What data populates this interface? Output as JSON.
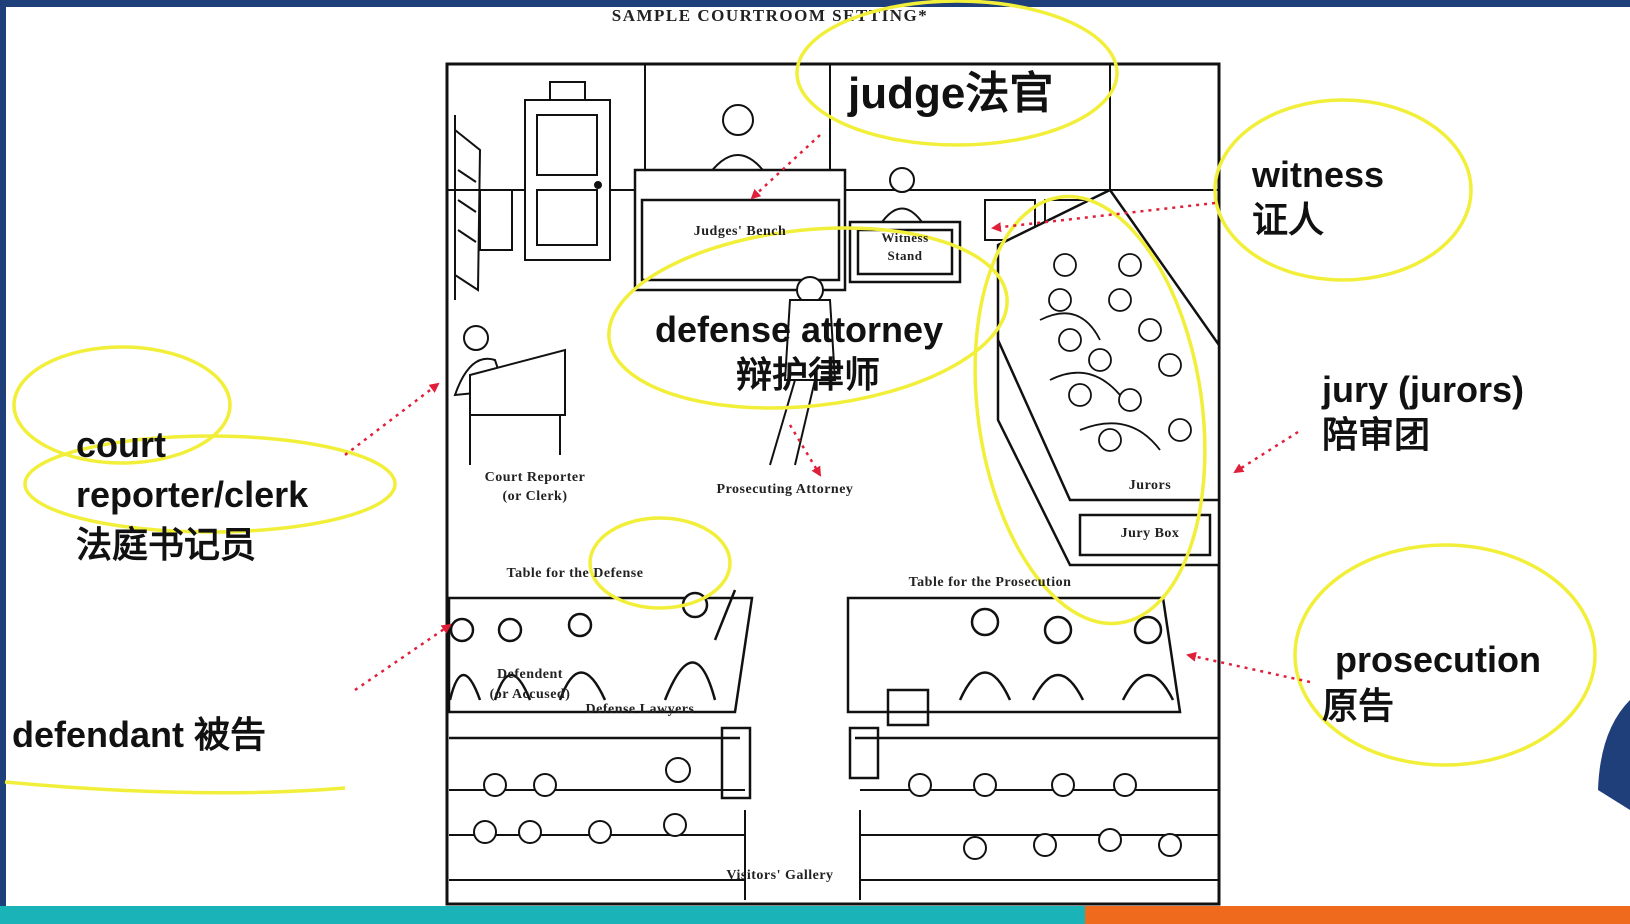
{
  "diagram": {
    "title": "SAMPLE COURTROOM SETTING*",
    "figure_labels": {
      "judges_bench": "Judges' Bench",
      "witness_stand_line1": "Witness",
      "witness_stand_line2": "Stand",
      "court_reporter_line1": "Court Reporter",
      "court_reporter_line2": "(or Clerk)",
      "prosecuting_attorney": "Prosecuting Attorney",
      "jurors": "Jurors",
      "jury_box": "Jury Box",
      "table_defense": "Table for the Defense",
      "table_prosecution": "Table for the Prosecution",
      "defendant_line1": "Defendent",
      "defendant_line2": "(or Accused)",
      "defense_lawyers": "Defense Lawyers",
      "visitors_gallery": "Visitors' Gallery"
    }
  },
  "annotations": {
    "judge": "judge法官",
    "witness_en": "witness",
    "witness_zh": "证人",
    "defense_attorney_en": "defense attorney",
    "defense_attorney_zh": "辩护律师",
    "jury_en": "jury (jurors)",
    "jury_zh": "陪审团",
    "court_en": "court",
    "reporter_en": "reporter/clerk",
    "reporter_zh": "法庭书记员",
    "defendant": "defendant  被告",
    "prosecution_en": "prosecution",
    "prosecution_zh": "原告"
  },
  "colors": {
    "highlight": "#f2ef3a",
    "arrow": "#e0203a",
    "frame": "#1f3f7a",
    "footer_teal": "#19b3b8",
    "footer_orange": "#f06a1d"
  }
}
